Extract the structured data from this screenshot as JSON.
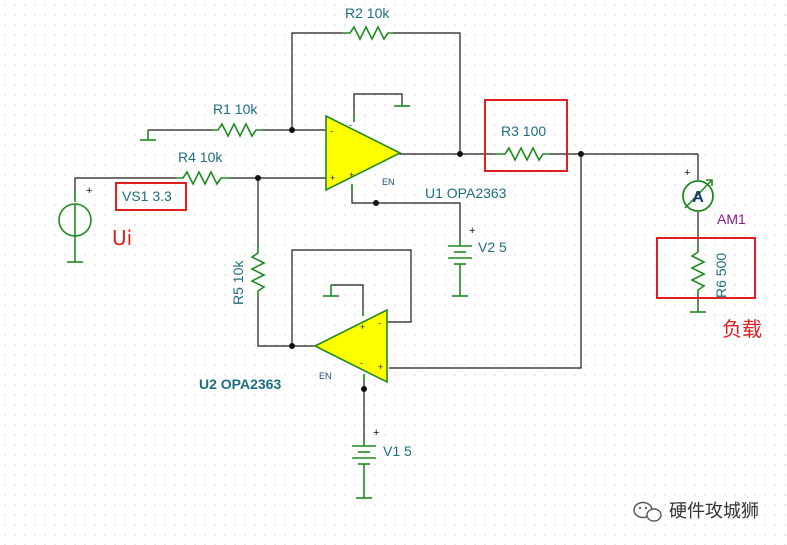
{
  "components": {
    "r1": "R1 10k",
    "r2": "R2 10k",
    "r3": "R3 100",
    "r4": "R4 10k",
    "r5": "R5 10k",
    "r6": "R6 500",
    "u1": "U1 OPA2363",
    "u2": "U2 OPA2363",
    "vs1": "VS1 3.3",
    "v1": "V1 5",
    "v2": "V2 5",
    "am1": "AM1"
  },
  "annotations": {
    "input": "Ui",
    "load": "负载"
  },
  "pins": {
    "en": "EN"
  },
  "ammeter_symbol": "A",
  "watermark": "硬件攻城狮",
  "icons": [
    "ground-icon",
    "resistor-icon",
    "opamp-icon",
    "battery-icon",
    "voltage-source-icon",
    "ammeter-icon",
    "wechat-icon"
  ],
  "colors": {
    "opamp_fill": "#ffff00",
    "component": "#1f8a1f",
    "label": "#1d6e7e",
    "highlight": "#e02020",
    "ammeter": "#8a1a8a"
  }
}
